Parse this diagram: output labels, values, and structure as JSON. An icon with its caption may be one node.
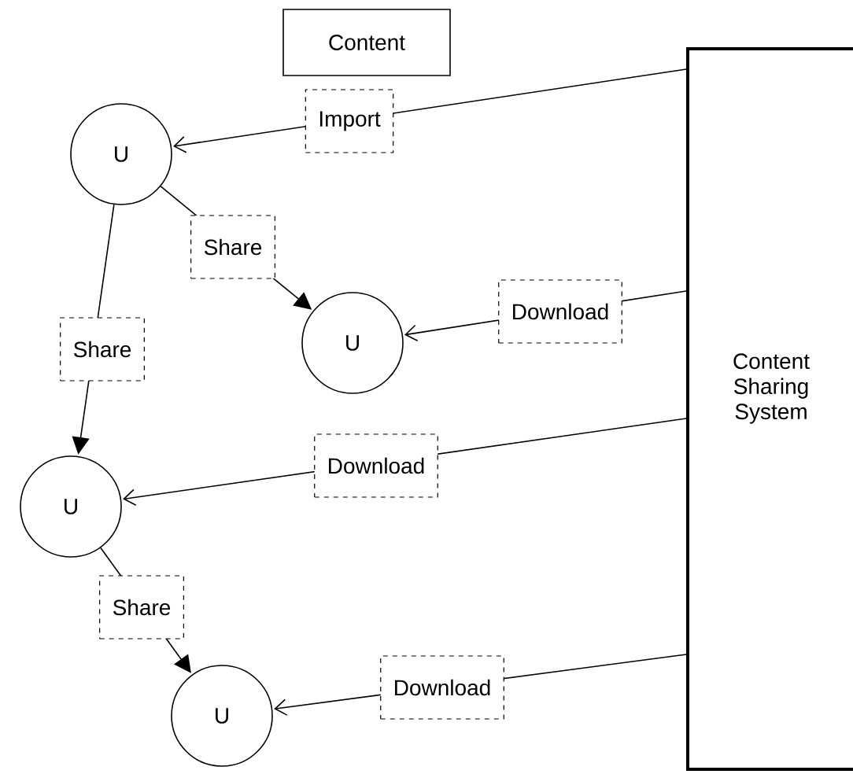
{
  "diagram": {
    "nodes": [
      {
        "text": [
          "Content"
        ]
      },
      {
        "text": [
          "Content Sharing System"
        ]
      },
      {
        "text": [
          "U"
        ]
      },
      {
        "text": [
          "U"
        ]
      },
      {
        "text": [
          "U"
        ]
      },
      {
        "text": [
          "U"
        ]
      }
    ],
    "edges": [
      {
        "from": 1,
        "to": 2,
        "arrow": "to",
        "label": "Import"
      },
      {
        "from": 2,
        "to": 3,
        "arrow": "to",
        "label": "Share"
      },
      {
        "from": 1,
        "to": 3,
        "arrow": "to",
        "label": "Download"
      },
      {
        "from": 2,
        "to": 4,
        "arrow": "to",
        "label": "Share"
      },
      {
        "from": 1,
        "to": 4,
        "arrow": "to",
        "label": "Download"
      },
      {
        "from": 4,
        "to": 5,
        "arrow": "to",
        "label": "Share"
      },
      {
        "from": 1,
        "to": 5,
        "arrow": "to",
        "label": "Download"
      }
    ]
  }
}
